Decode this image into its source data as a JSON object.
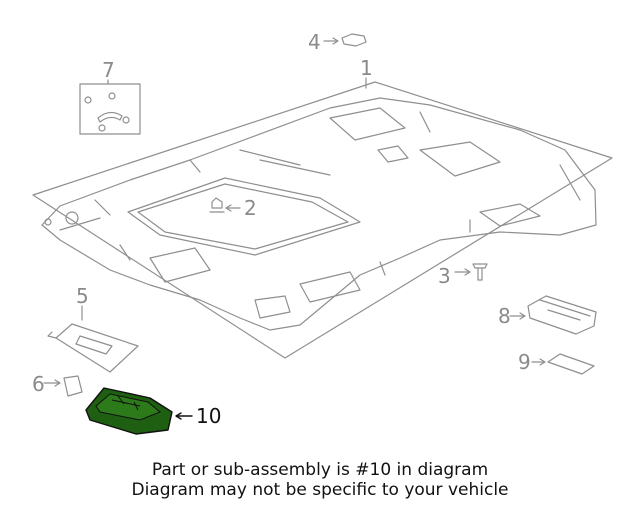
{
  "colors": {
    "line": "#8f8f8f",
    "highlight_fill": "#1f5f12",
    "highlight_stroke": "#111111",
    "banner": "#1e7a0d"
  },
  "callouts": {
    "c1": "1",
    "c2": "2",
    "c3": "3",
    "c4": "4",
    "c5": "5",
    "c6": "6",
    "c7": "7",
    "c8": "8",
    "c9": "9",
    "c10": "10"
  },
  "banner": {
    "line1": "Part or sub-assembly is #10 in diagram",
    "line2": "Diagram may not be specific to your vehicle"
  }
}
